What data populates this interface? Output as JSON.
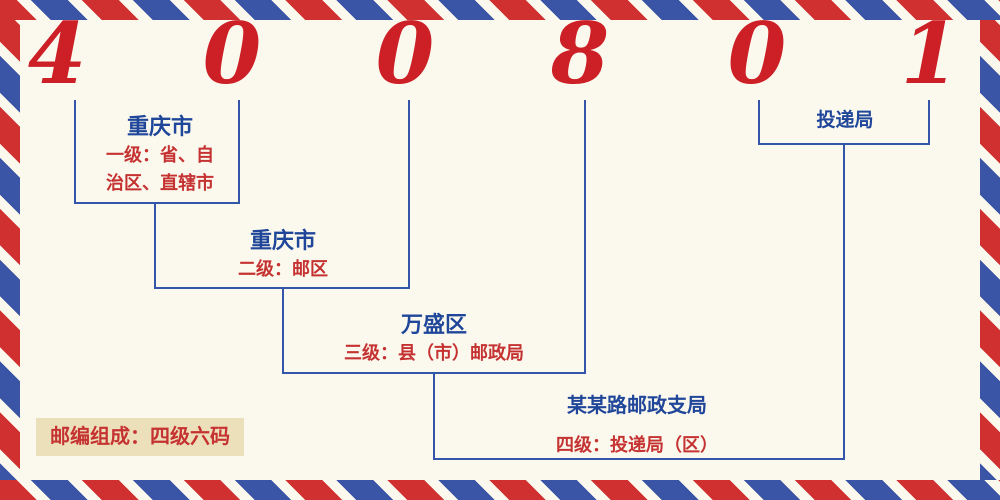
{
  "postal_code": {
    "value": "400801",
    "digits": [
      "4",
      "0",
      "0",
      "8",
      "0",
      "1"
    ]
  },
  "levels": [
    {
      "name": "重庆市",
      "desc_line1": "一级：省、自",
      "desc_line2": "治区、直辖市"
    },
    {
      "name": "重庆市",
      "desc_line1": "二级：邮区"
    },
    {
      "name": "万盛区",
      "desc_line1": "三级：县（市）邮政局"
    },
    {
      "name": "某某路邮政支局",
      "desc_line1": "四级：投递局（区）"
    }
  ],
  "delivery_office": {
    "label": "投递局"
  },
  "footer": {
    "badge_text": "邮编组成：四级六码"
  },
  "colors": {
    "background": "#fbf9ee",
    "digit_red": "#cc2026",
    "label_blue": "#1f4699",
    "label_red": "#c53232",
    "line_blue": "#3355aa",
    "badge_background": "#ece0ba",
    "border_red": "#d03030",
    "border_blue": "#3a55a6"
  }
}
